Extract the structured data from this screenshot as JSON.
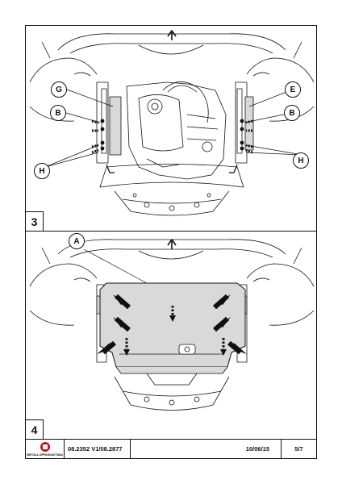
{
  "steps": {
    "step3": {
      "number": "3",
      "callouts": {
        "g": "G",
        "e": "E",
        "b_left": "B",
        "b_right": "B",
        "h_left": "H",
        "h_right": "H"
      }
    },
    "step4": {
      "number": "4",
      "callouts": {
        "a": "A"
      }
    }
  },
  "footer": {
    "logo_text": "METALLOPRODUKTSIIA",
    "code": "08.2352 V1/08.2877",
    "date": "10/06/15",
    "page": "5/7"
  },
  "colors": {
    "line": "#111111",
    "plate_fill": "#d9d9d9",
    "logo_red": "#c0161b"
  }
}
